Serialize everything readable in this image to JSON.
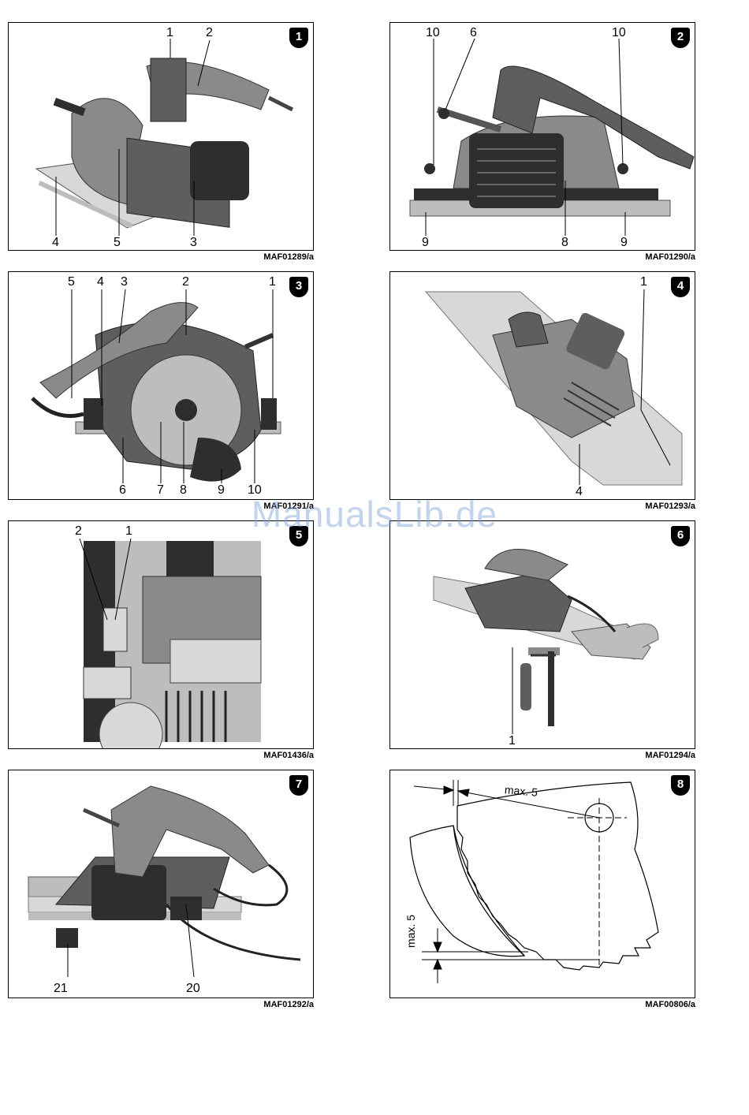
{
  "watermark": "ManualsLib.de",
  "panels": [
    {
      "number": "1",
      "code": "MAF01289/a",
      "labels": [
        "1",
        "2",
        "4",
        "5",
        "3"
      ]
    },
    {
      "number": "2",
      "code": "MAF01290/a",
      "labels": [
        "10",
        "6",
        "10",
        "9",
        "8",
        "9"
      ]
    },
    {
      "number": "3",
      "code": "MAF01291/a",
      "labels": [
        "5",
        "4",
        "3",
        "2",
        "1",
        "6",
        "7",
        "8",
        "9",
        "10"
      ]
    },
    {
      "number": "4",
      "code": "MAF01293/a",
      "labels": [
        "1",
        "4"
      ]
    },
    {
      "number": "5",
      "code": "MAF01436/a",
      "labels": [
        "2",
        "1"
      ]
    },
    {
      "number": "6",
      "code": "MAF01294/a",
      "labels": [
        "1"
      ]
    },
    {
      "number": "7",
      "code": "MAF01292/a",
      "labels": [
        "21",
        "20"
      ]
    },
    {
      "number": "8",
      "code": "MAF00806/a",
      "labels": [
        "max. 5",
        "max. 5"
      ]
    }
  ]
}
